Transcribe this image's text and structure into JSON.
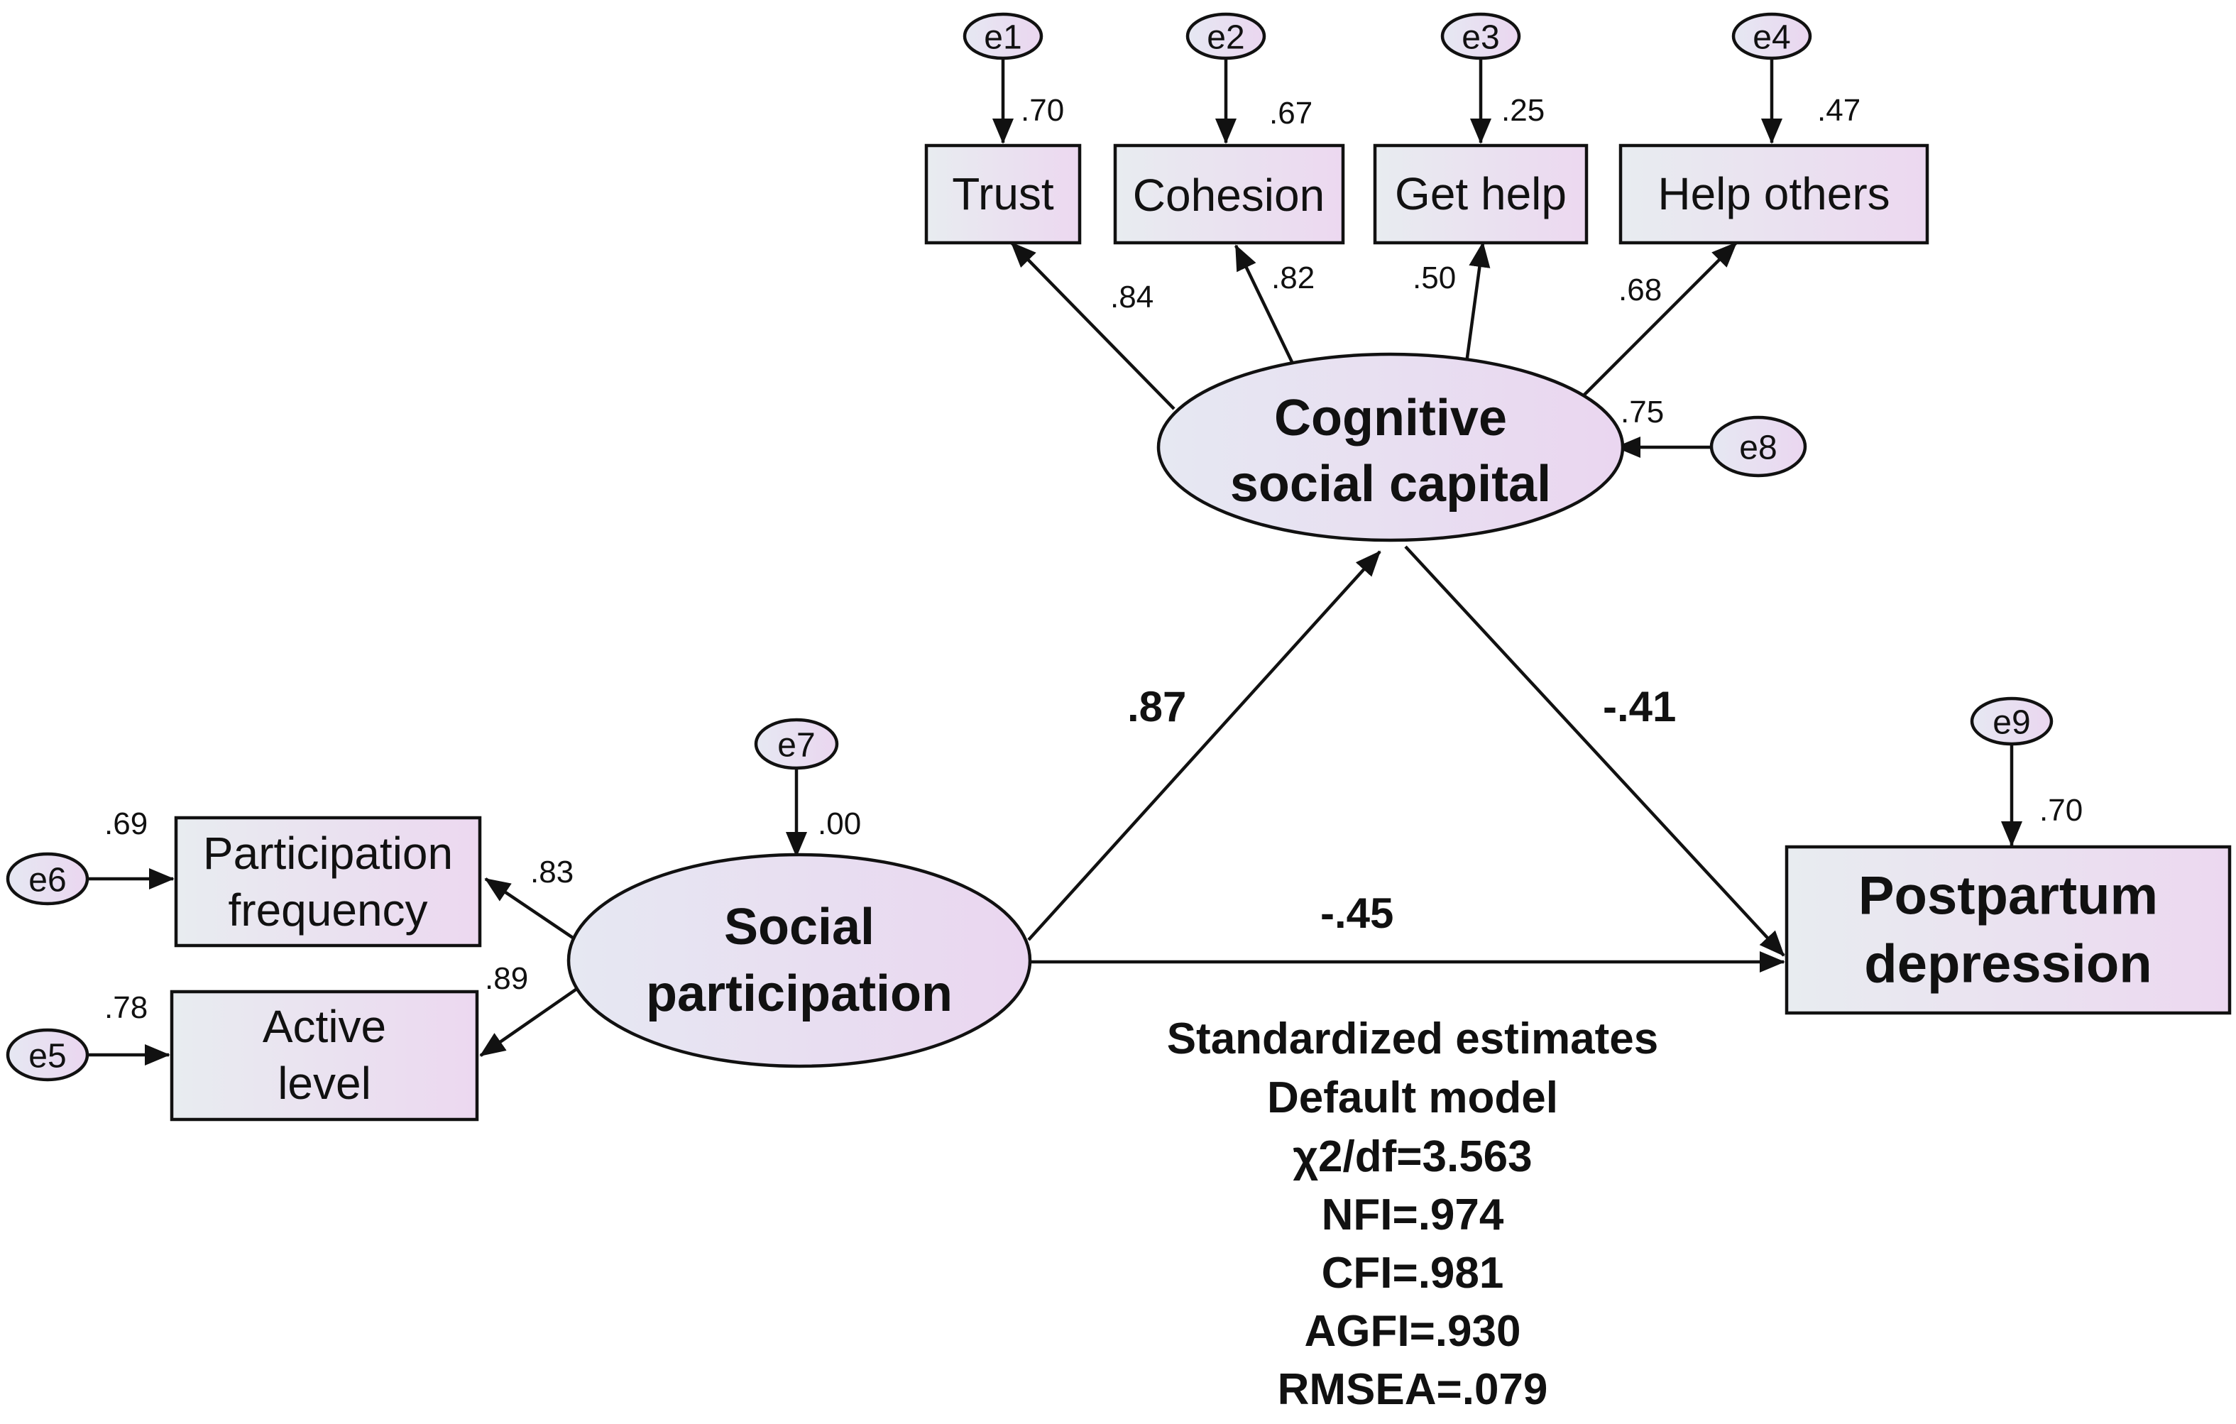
{
  "errors": {
    "e1": "e1",
    "e2": "e2",
    "e3": "e3",
    "e4": "e4",
    "e5": "e5",
    "e6": "e6",
    "e7": "e7",
    "e8": "e8",
    "e9": "e9"
  },
  "indicators": {
    "trust": "Trust",
    "cohesion": "Cohesion",
    "get_help": "Get help",
    "help_others": "Help others",
    "participation_frequency": [
      "Participation",
      "frequency"
    ],
    "active_level": [
      "Active",
      "level"
    ]
  },
  "latents": {
    "cognitive": [
      "Cognitive",
      "social capital"
    ],
    "social": [
      "Social",
      "participation"
    ]
  },
  "outcome": [
    "Postpartum",
    "depression"
  ],
  "r_squared": {
    "trust": ".70",
    "cohesion": ".67",
    "get_help": ".25",
    "help_others": ".47",
    "participation_frequency": ".69",
    "active_level": ".78",
    "social": ".00",
    "cognitive": ".75",
    "outcome": ".70"
  },
  "loadings": {
    "trust": ".84",
    "cohesion": ".82",
    "get_help": ".50",
    "help_others": ".68",
    "participation_frequency": ".83",
    "active_level": ".89"
  },
  "paths": {
    "social_to_cognitive": ".87",
    "cognitive_to_outcome": "-.41",
    "social_to_outcome": "-.45"
  },
  "fit": [
    "Standardized estimates",
    "Default model",
    "χ2/df=3.563",
    "NFI=.974",
    "CFI=.981",
    "AGFI=.930",
    "RMSEA=.079"
  ]
}
